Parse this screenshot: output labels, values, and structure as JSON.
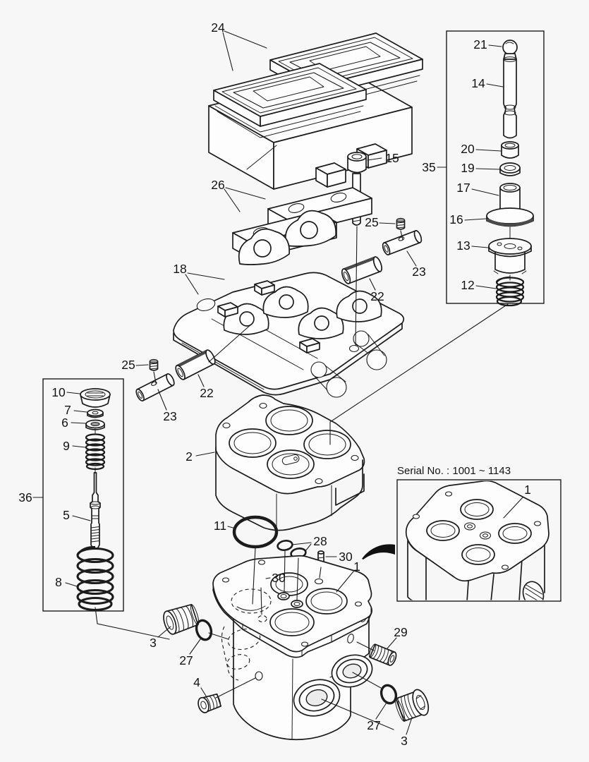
{
  "page": {
    "background": "#f7f7f7",
    "ink": "#1c1c1c",
    "paper": "#fdfdfd"
  },
  "inset": {
    "caption": "Serial No. : 1001 ~ 1143",
    "callout": "1"
  },
  "callouts": {
    "c24": "24",
    "c15": "15",
    "c35": "35",
    "c21": "21",
    "c14": "14",
    "c20": "20",
    "c19": "19",
    "c17": "17",
    "c16": "16",
    "c13": "13",
    "c12": "12",
    "c26": "26",
    "c25r": "25",
    "c23r": "23",
    "c22r": "22",
    "c18": "18",
    "c25l": "25",
    "c23l": "23",
    "c22l": "22",
    "c10": "10",
    "c7": "7",
    "c6": "6",
    "c9": "9",
    "c5": "5",
    "c8": "8",
    "c36": "36",
    "c2": "2",
    "c11": "11",
    "c28": "28",
    "c30r": "30",
    "c30l": "30",
    "c1": "1",
    "c29": "29",
    "c27r": "27",
    "c3r": "3",
    "c27l": "27",
    "c3l": "3",
    "c4": "4"
  }
}
